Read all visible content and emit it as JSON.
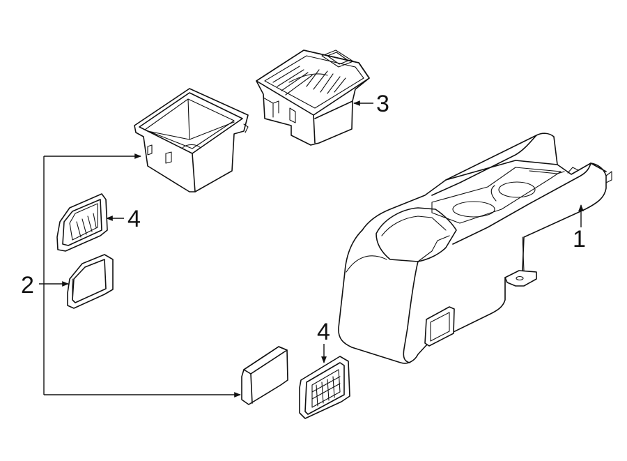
{
  "callouts": [
    {
      "id": "c1",
      "label": "1"
    },
    {
      "id": "c2",
      "label": "2"
    },
    {
      "id": "c3",
      "label": "3"
    },
    {
      "id": "c4a",
      "label": "4"
    },
    {
      "id": "c4b",
      "label": "4"
    }
  ],
  "colors": {
    "line": "#111111",
    "background": "#ffffff"
  }
}
